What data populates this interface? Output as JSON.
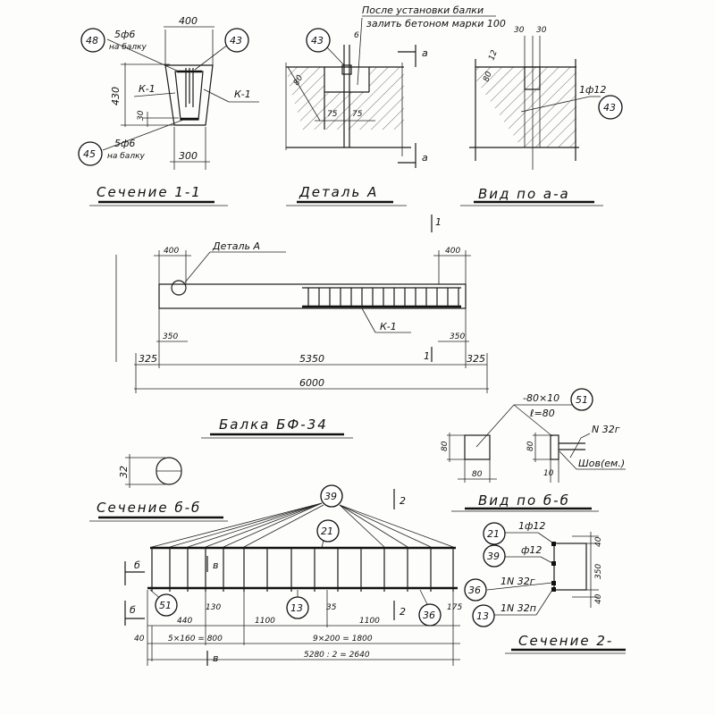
{
  "section_1_1": {
    "title": "Сечение 1-1",
    "dim_top": "400",
    "dim_height": "430",
    "dim_30": "30",
    "dim_bottom": "300",
    "rebar_top": "5ф6",
    "rebar_top_note": "на балку",
    "rebar_bottom": "5ф6",
    "rebar_bottom_note": "на балку",
    "label_k1_left": "К-1",
    "label_k1_right": "К-1",
    "pos_48": "48",
    "pos_43": "43",
    "pos_45": "45"
  },
  "detail_a": {
    "title": "Деталь А",
    "note_line1": "После установки балки",
    "note_line2": "залить бетоном марки 100",
    "dim_6": "6",
    "dim_75a": "75",
    "dim_75b": "75",
    "dim_80": "80",
    "pos_43": "43",
    "mark_a_top": "а",
    "mark_a_bottom": "а"
  },
  "view_a_a": {
    "title": "Вид по а-а",
    "dim_30a": "30",
    "dim_30b": "30",
    "dim_12": "12",
    "dim_80": "80",
    "rebar": "1ф12",
    "pos_43": "43"
  },
  "beam": {
    "title": "Балка БФ-34",
    "detail_label": "Деталь А",
    "dim_400_left": "400",
    "dim_400_right": "400",
    "dim_350_left": "350",
    "dim_350_right": "350",
    "dim_325_left": "325",
    "dim_5350": "5350",
    "dim_325_right": "325",
    "dim_6000": "6000",
    "label_k1": "К-1",
    "section_mark_top": "1",
    "section_mark_bottom": "1"
  },
  "section_b_b": {
    "title": "Сечение б-б",
    "dim_32": "32"
  },
  "view_b_b": {
    "title": "Вид по б-б",
    "plate": "-80×10",
    "plate_len": "ℓ=80",
    "pos_51": "51",
    "dim_80_h1": "80",
    "dim_80_w": "80",
    "dim_80_h2": "80",
    "dim_10": "10",
    "channel": "N 32г",
    "weld": "Шов(ем.)"
  },
  "frame_k1": {
    "pos_39": "39",
    "pos_21": "21",
    "pos_51": "51",
    "pos_13": "13",
    "pos_36": "36",
    "mark_b_top": "б",
    "mark_b_bottom": "б",
    "mark_v_top": "в",
    "mark_v_bottom": "в",
    "mark_2_top": "2",
    "mark_2_bottom": "2",
    "dim_440": "440",
    "dim_130": "130",
    "dim_1100a": "1100",
    "dim_35": "35",
    "dim_1100b": "1100",
    "dim_175": "175",
    "dim_40": "40",
    "dim_5x160": "5×160 = 800",
    "dim_9x200": "9×200 = 1800",
    "dim_total": "5280 : 2 = 2640"
  },
  "section_2_2": {
    "title": "Сечение 2-",
    "pos_21": "21",
    "rebar_21": "1ф12",
    "pos_39": "39",
    "rebar_39": "ф12",
    "pos_36": "36",
    "rebar_36": "1N 32г",
    "pos_13": "13",
    "rebar_13": "1N 32п",
    "dim_40_top": "40",
    "dim_350": "350",
    "dim_40_bottom": "40"
  }
}
